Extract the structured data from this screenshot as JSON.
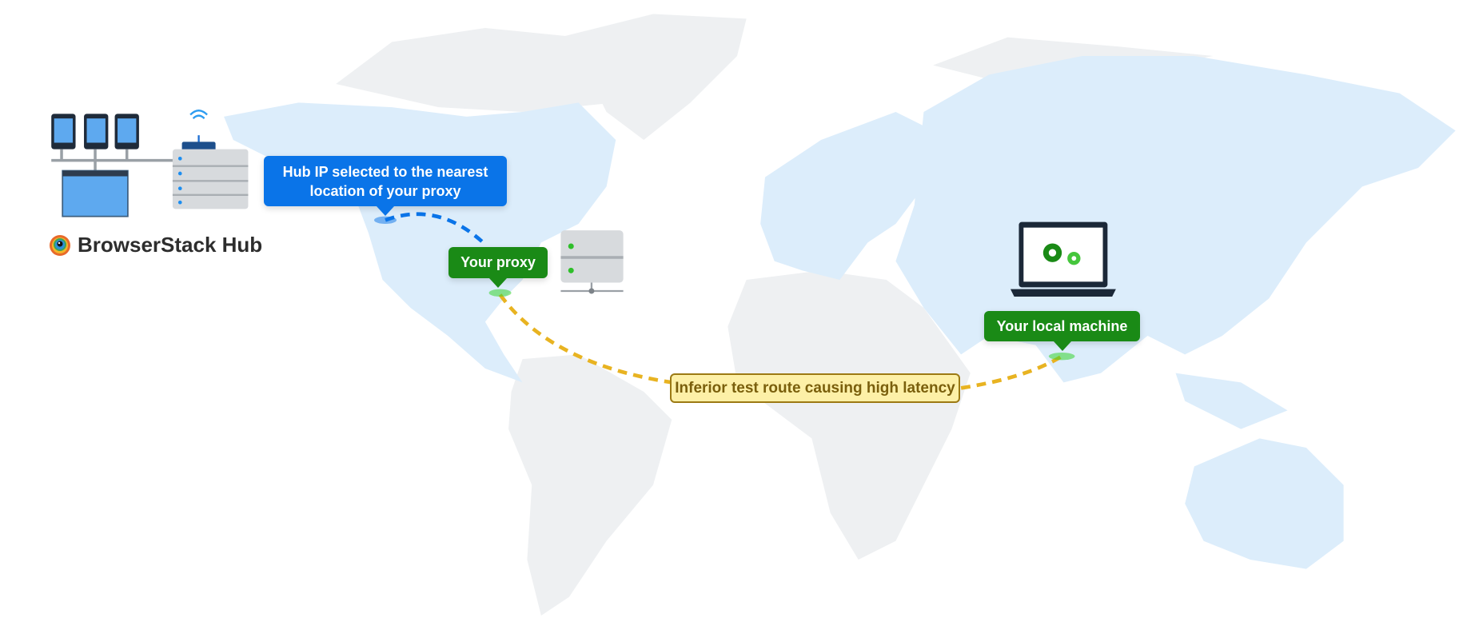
{
  "hub": {
    "title": "BrowserStack Hub"
  },
  "callouts": {
    "hub_ip": "Hub IP selected to the nearest location of your proxy",
    "your_proxy": "Your proxy",
    "local_machine": "Your local machine",
    "inferior_route": "Inferior test route causing high latency"
  },
  "colors": {
    "hub_route": "#0a74e8",
    "slow_route": "#e8b321",
    "proxy_green": "#1a8a16",
    "land_blue": "#dcedfb",
    "land_gray": "#eef0f2"
  }
}
